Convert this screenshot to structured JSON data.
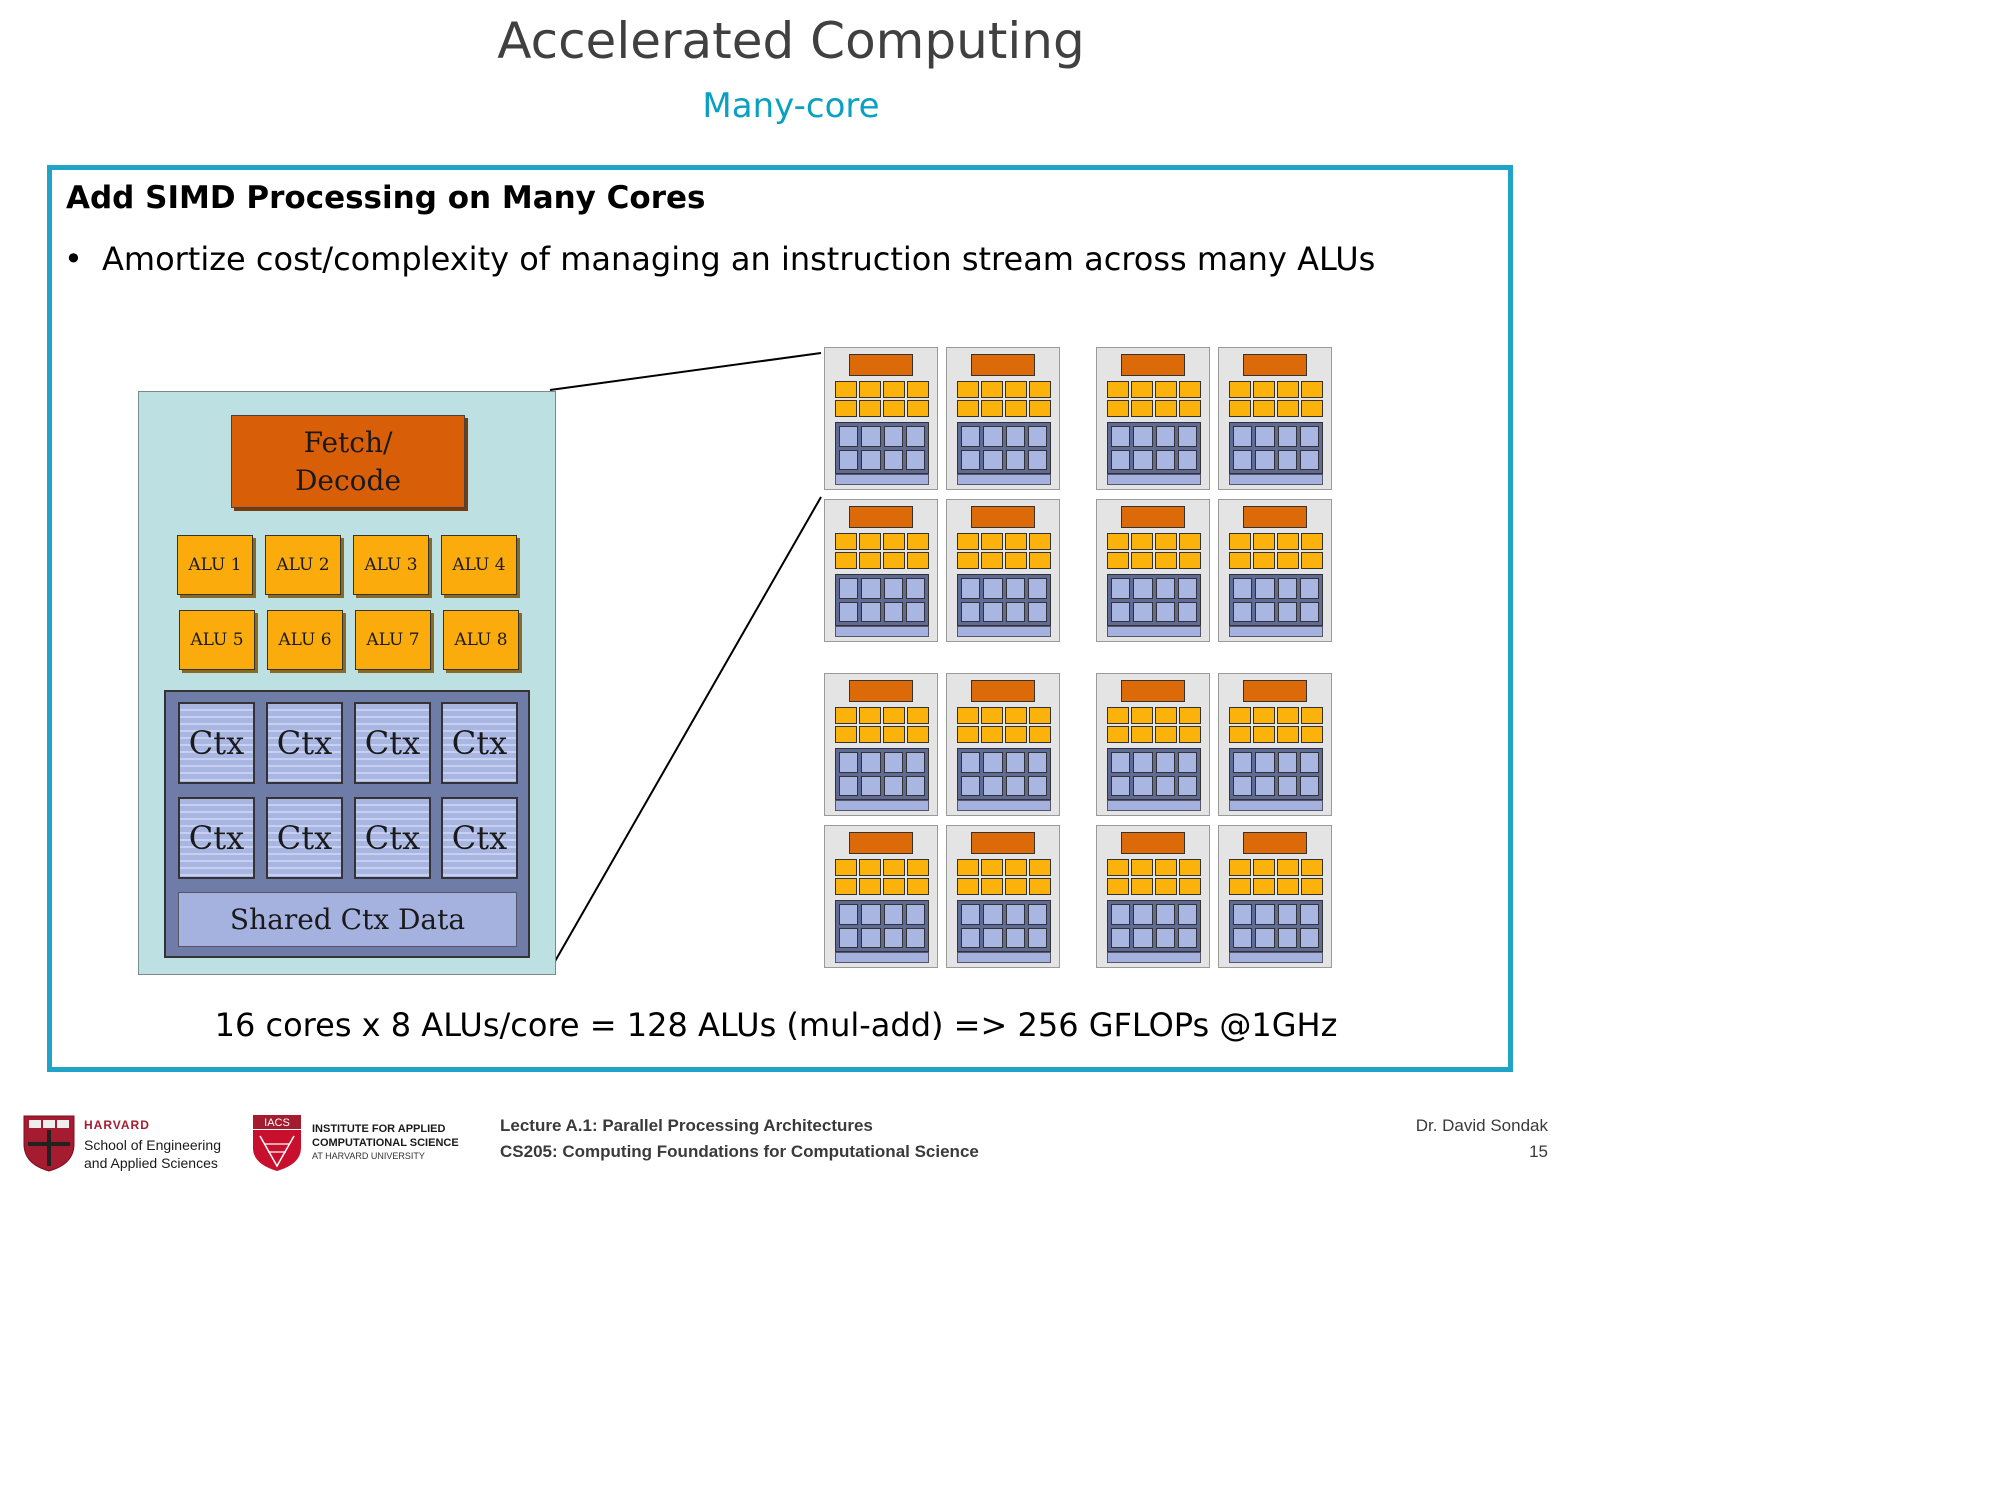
{
  "header": {
    "title": "Accelerated Computing",
    "subtitle": "Many-core"
  },
  "box": {
    "heading": "Add SIMD Processing on Many Cores",
    "bullet_marker": "•",
    "bullet": "Amortize cost/complexity of managing an instruction stream across many ALUs",
    "summary": "16 cores x 8 ALUs/core = 128 ALUs (mul-add) => 256 GFLOPs @1GHz"
  },
  "core": {
    "fetch_line1": "Fetch/",
    "fetch_line2": "Decode",
    "alus": [
      "ALU 1",
      "ALU 2",
      "ALU 3",
      "ALU 4",
      "ALU 5",
      "ALU 6",
      "ALU 7",
      "ALU 8"
    ],
    "contexts": [
      "Ctx",
      "Ctx",
      "Ctx",
      "Ctx",
      "Ctx",
      "Ctx",
      "Ctx",
      "Ctx"
    ],
    "shared": "Shared Ctx Data"
  },
  "core_grid": {
    "count": 16
  },
  "colors": {
    "accent": "#1fa3c6",
    "subtitle": "#0aa0c0",
    "fetch_decode": "#d85f08",
    "alu": "#fbab0b",
    "context": "#aab6e2",
    "core_bg": "#bde0e3"
  },
  "footer": {
    "harvard_name": "HARVARD",
    "harvard_line1": "School of Engineering",
    "harvard_line2": "and Applied Sciences",
    "iacs_badge": "IACS",
    "iacs_line1": "INSTITUTE FOR APPLIED",
    "iacs_line2": "COMPUTATIONAL SCIENCE",
    "iacs_line3": "AT HARVARD UNIVERSITY",
    "lecture": "Lecture A.1: Parallel Processing Architectures",
    "course": "CS205: Computing Foundations for Computational Science",
    "author": "Dr. David Sondak",
    "page": "15"
  }
}
